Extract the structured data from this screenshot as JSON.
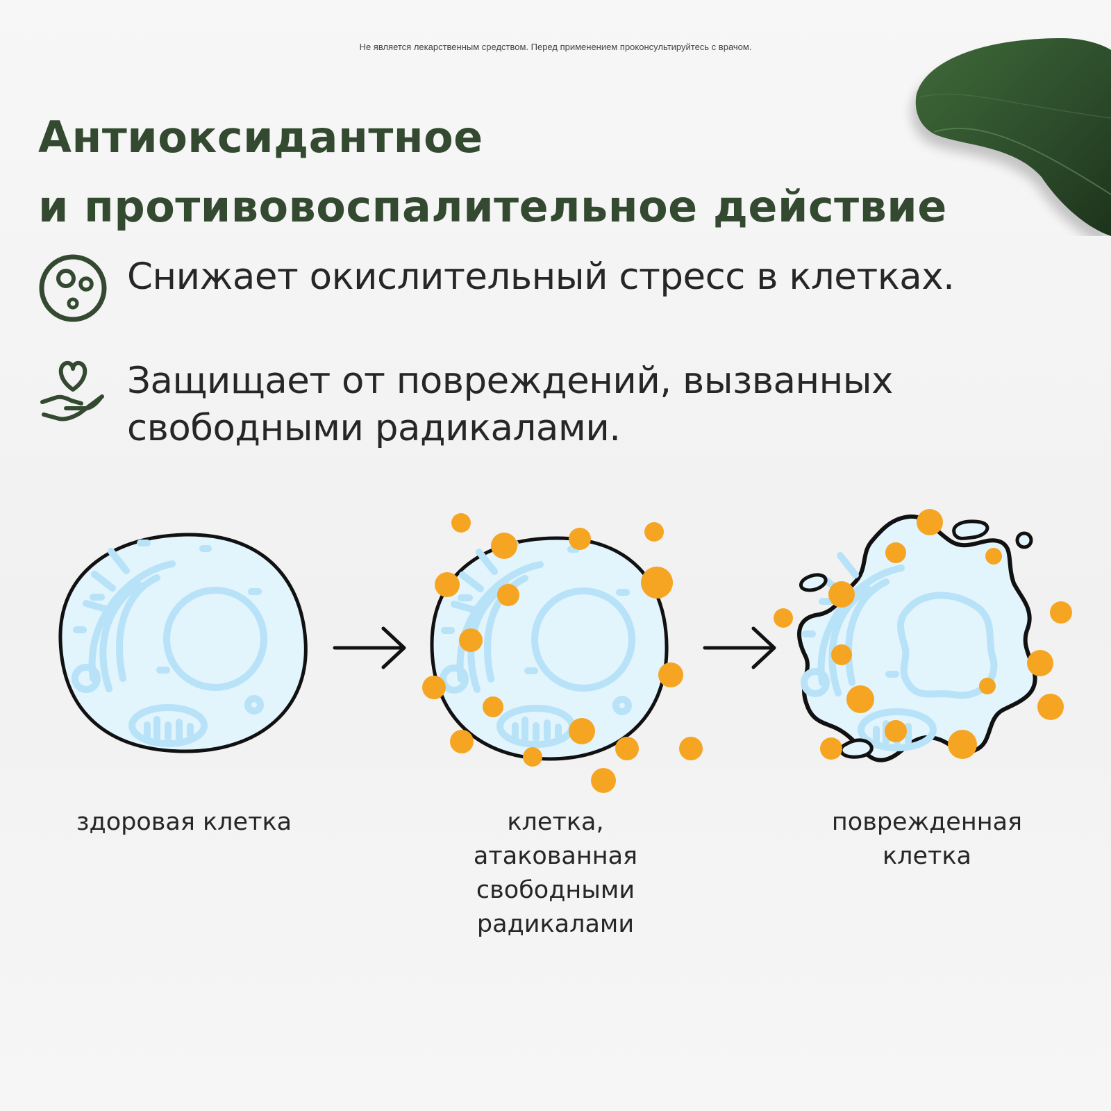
{
  "disclaimer": "Не является лекарственным средством. Перед применением проконсультируйтесь с врачом.",
  "title": {
    "line1": "Антиоксидантное",
    "line2": "и противовоспалительное действие"
  },
  "features": [
    {
      "icon": "cells-icon",
      "lines": [
        "Снижает окислительный стресс в клетках."
      ]
    },
    {
      "icon": "heart-hand-icon",
      "lines": [
        "Защищает от повреждений, вызванных",
        "свободными радикалами."
      ]
    }
  ],
  "stages": [
    {
      "lines": [
        "здоровая клетка"
      ]
    },
    {
      "lines": [
        "клетка,",
        "атакованная",
        "свободными",
        "радикалами"
      ]
    },
    {
      "lines": [
        "поврежденная",
        "клетка"
      ]
    }
  ],
  "colors": {
    "brand_green": "#334a30",
    "cell_fill": "#e2f4fc",
    "cell_organelles": "#b7e2f8",
    "outline": "#111111",
    "radical": "#f6a523"
  }
}
